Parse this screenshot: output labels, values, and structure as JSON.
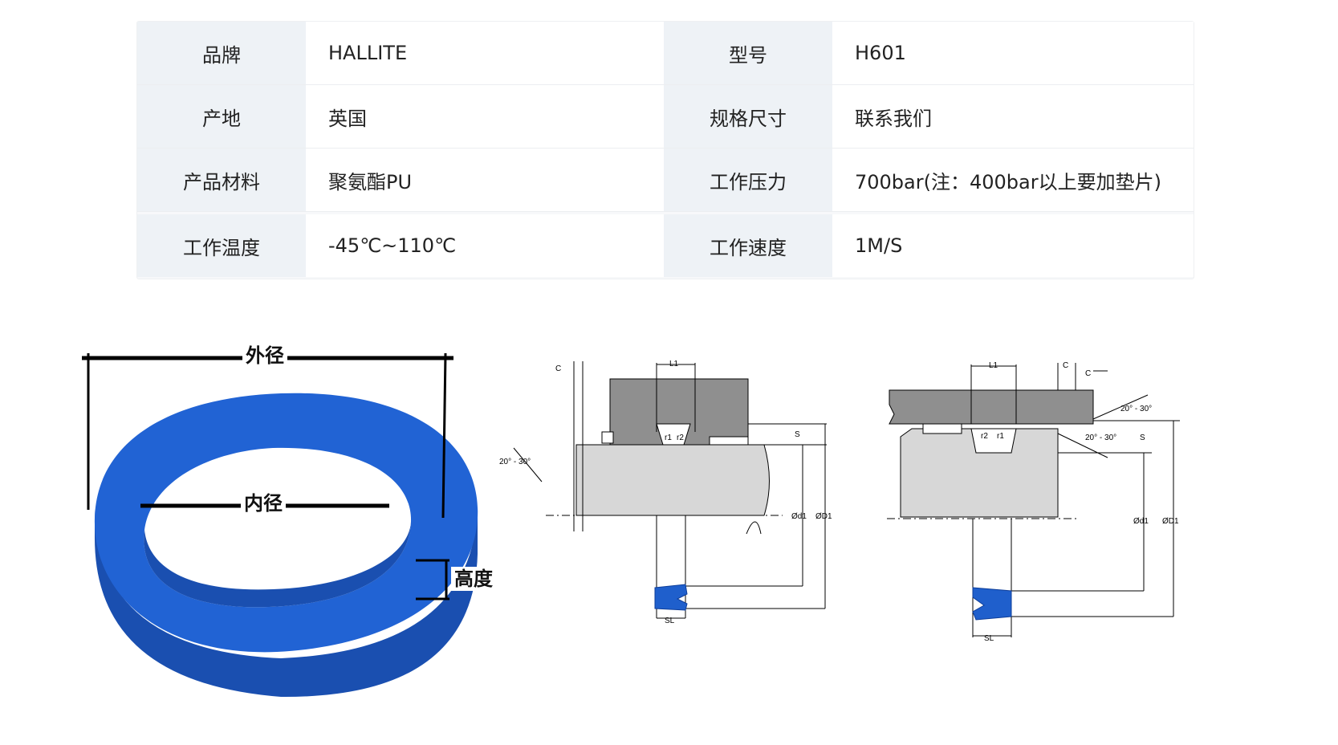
{
  "spec_table": {
    "rows": [
      {
        "label_left": "品牌",
        "value_left": "HALLITE",
        "label_right": "型号",
        "value_right": "H601"
      },
      {
        "label_left": "产地",
        "value_left": "英国",
        "label_right": "规格尺寸",
        "value_right": "联系我们"
      },
      {
        "label_left": "产品材料",
        "value_left": "聚氨酯PU",
        "label_right": "工作压力",
        "value_right": "700bar(注：400bar以上要加垫片)"
      },
      {
        "label_left": "工作温度",
        "value_left": "-45℃~110℃",
        "label_right": "工作速度",
        "value_right": "1M/S"
      }
    ]
  },
  "photo": {
    "outer_diameter_label": "外径",
    "inner_diameter_label": "内径",
    "height_label": "高度",
    "ring_color": "#1f5fcc"
  },
  "diagram_left": {
    "c": "C",
    "l1": "L1",
    "r1": "r1",
    "r2": "r2",
    "angle": "20° - 30°",
    "s": "S",
    "d1": "Ød1",
    "D1": "ØD1",
    "sl": "SL"
  },
  "diagram_right": {
    "l1": "L1",
    "c1": "C",
    "c2": "C",
    "angle_top": "20° - 30°",
    "angle_mid": "20° - 30°",
    "r2": "r2",
    "r1": "r1",
    "s": "S",
    "d1": "Ød1",
    "D1": "ØD1",
    "sl": "SL"
  },
  "colors": {
    "seal_blue": "#1f5fcc",
    "housing_dark": "#8f8f8f",
    "housing_light": "#d7d7d7"
  }
}
